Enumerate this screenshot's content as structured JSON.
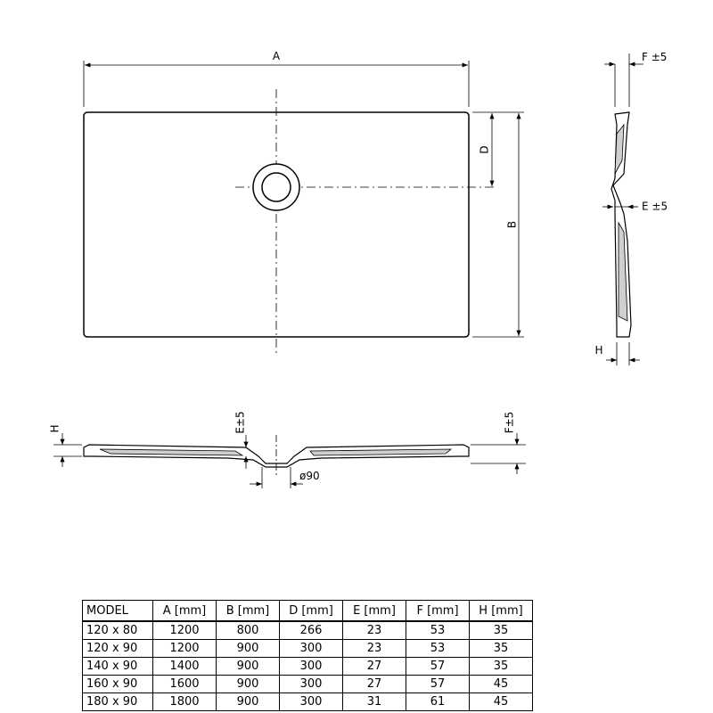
{
  "drawing": {
    "labels": {
      "a": "A",
      "b": "B",
      "d": "D",
      "f_side": "F ±5",
      "e_side": "E ±5",
      "h_side": "H",
      "h_front": "H",
      "e_front": "E±5",
      "f_front": "F±5",
      "diameter": "ø90"
    }
  },
  "table": {
    "headers": [
      "MODEL",
      "A  [mm]",
      "B  [mm]",
      "D  [mm]",
      "E  [mm]",
      "F  [mm]",
      "H  [mm]"
    ],
    "rows": [
      [
        "120 x 80",
        "1200",
        "800",
        "266",
        "23",
        "53",
        "35"
      ],
      [
        "120 x 90",
        "1200",
        "900",
        "300",
        "23",
        "53",
        "35"
      ],
      [
        "140 x 90",
        "1400",
        "900",
        "300",
        "27",
        "57",
        "35"
      ],
      [
        "160 x 90",
        "1600",
        "900",
        "300",
        "27",
        "57",
        "45"
      ],
      [
        "180 x 90",
        "1800",
        "900",
        "300",
        "31",
        "61",
        "45"
      ]
    ]
  }
}
